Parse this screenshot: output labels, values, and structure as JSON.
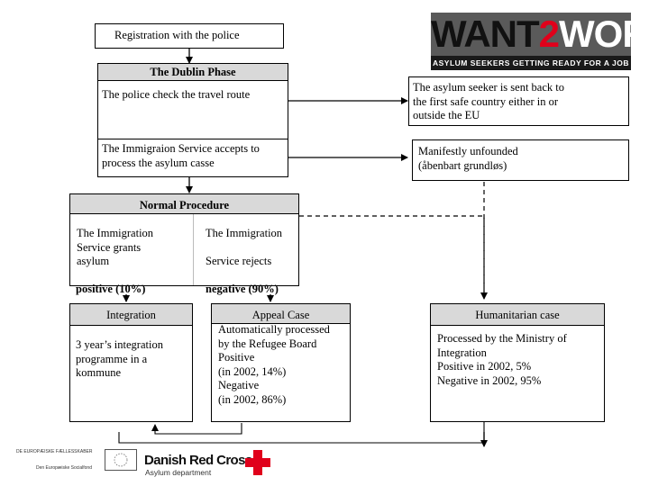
{
  "registration": "Registration with the police",
  "dublin": {
    "header": "The Dublin Phase",
    "travel_route": "The police check the travel route",
    "accepts": "The Immigraion Service accepts to\nprocess the asylum casse"
  },
  "sent_back": "The asylum seeker is sent back to\nthe first safe country either in or\noutside the EU",
  "manifestly": "Manifestly unfounded\n(åbenbart grundløs)",
  "normal": {
    "header": "Normal Procedure",
    "grants": "The Immigration\nService grants\nasylum",
    "rejects": "The Immigration\n\nService rejects",
    "positive": "positive (10%)",
    "negative": "negative (90%)"
  },
  "integration": {
    "header": "Integration",
    "body": "3 year’s integration\nprogramme in a\nkommune"
  },
  "appeal": {
    "header": "Appeal Case",
    "body": "Automatically processed\nby the Refugee Board\nPositive\n(in 2002, 14%)\nNegative\n(in 2002, 86%)"
  },
  "humanitarian": {
    "header": "Humanitarian case",
    "body": "Processed by the Ministry of\nIntegration\nPositive in 2002, 5%\nNegative in 2002, 95%"
  },
  "logo_top": {
    "word_part1": "WANT",
    "word_part2": "2",
    "word_part3": "WORK",
    "tagline": "ASYLUM SEEKERS GETTING READY FOR A JOB"
  },
  "logo_eu": {
    "line1": "DE EUROPÆISKE FÆLLESSKABER",
    "line2": "Den Europæiske Socialfond"
  },
  "logo_dk": {
    "name": "Danish Red Cross",
    "dept": "Asylum department",
    "red": "#e0001b"
  }
}
